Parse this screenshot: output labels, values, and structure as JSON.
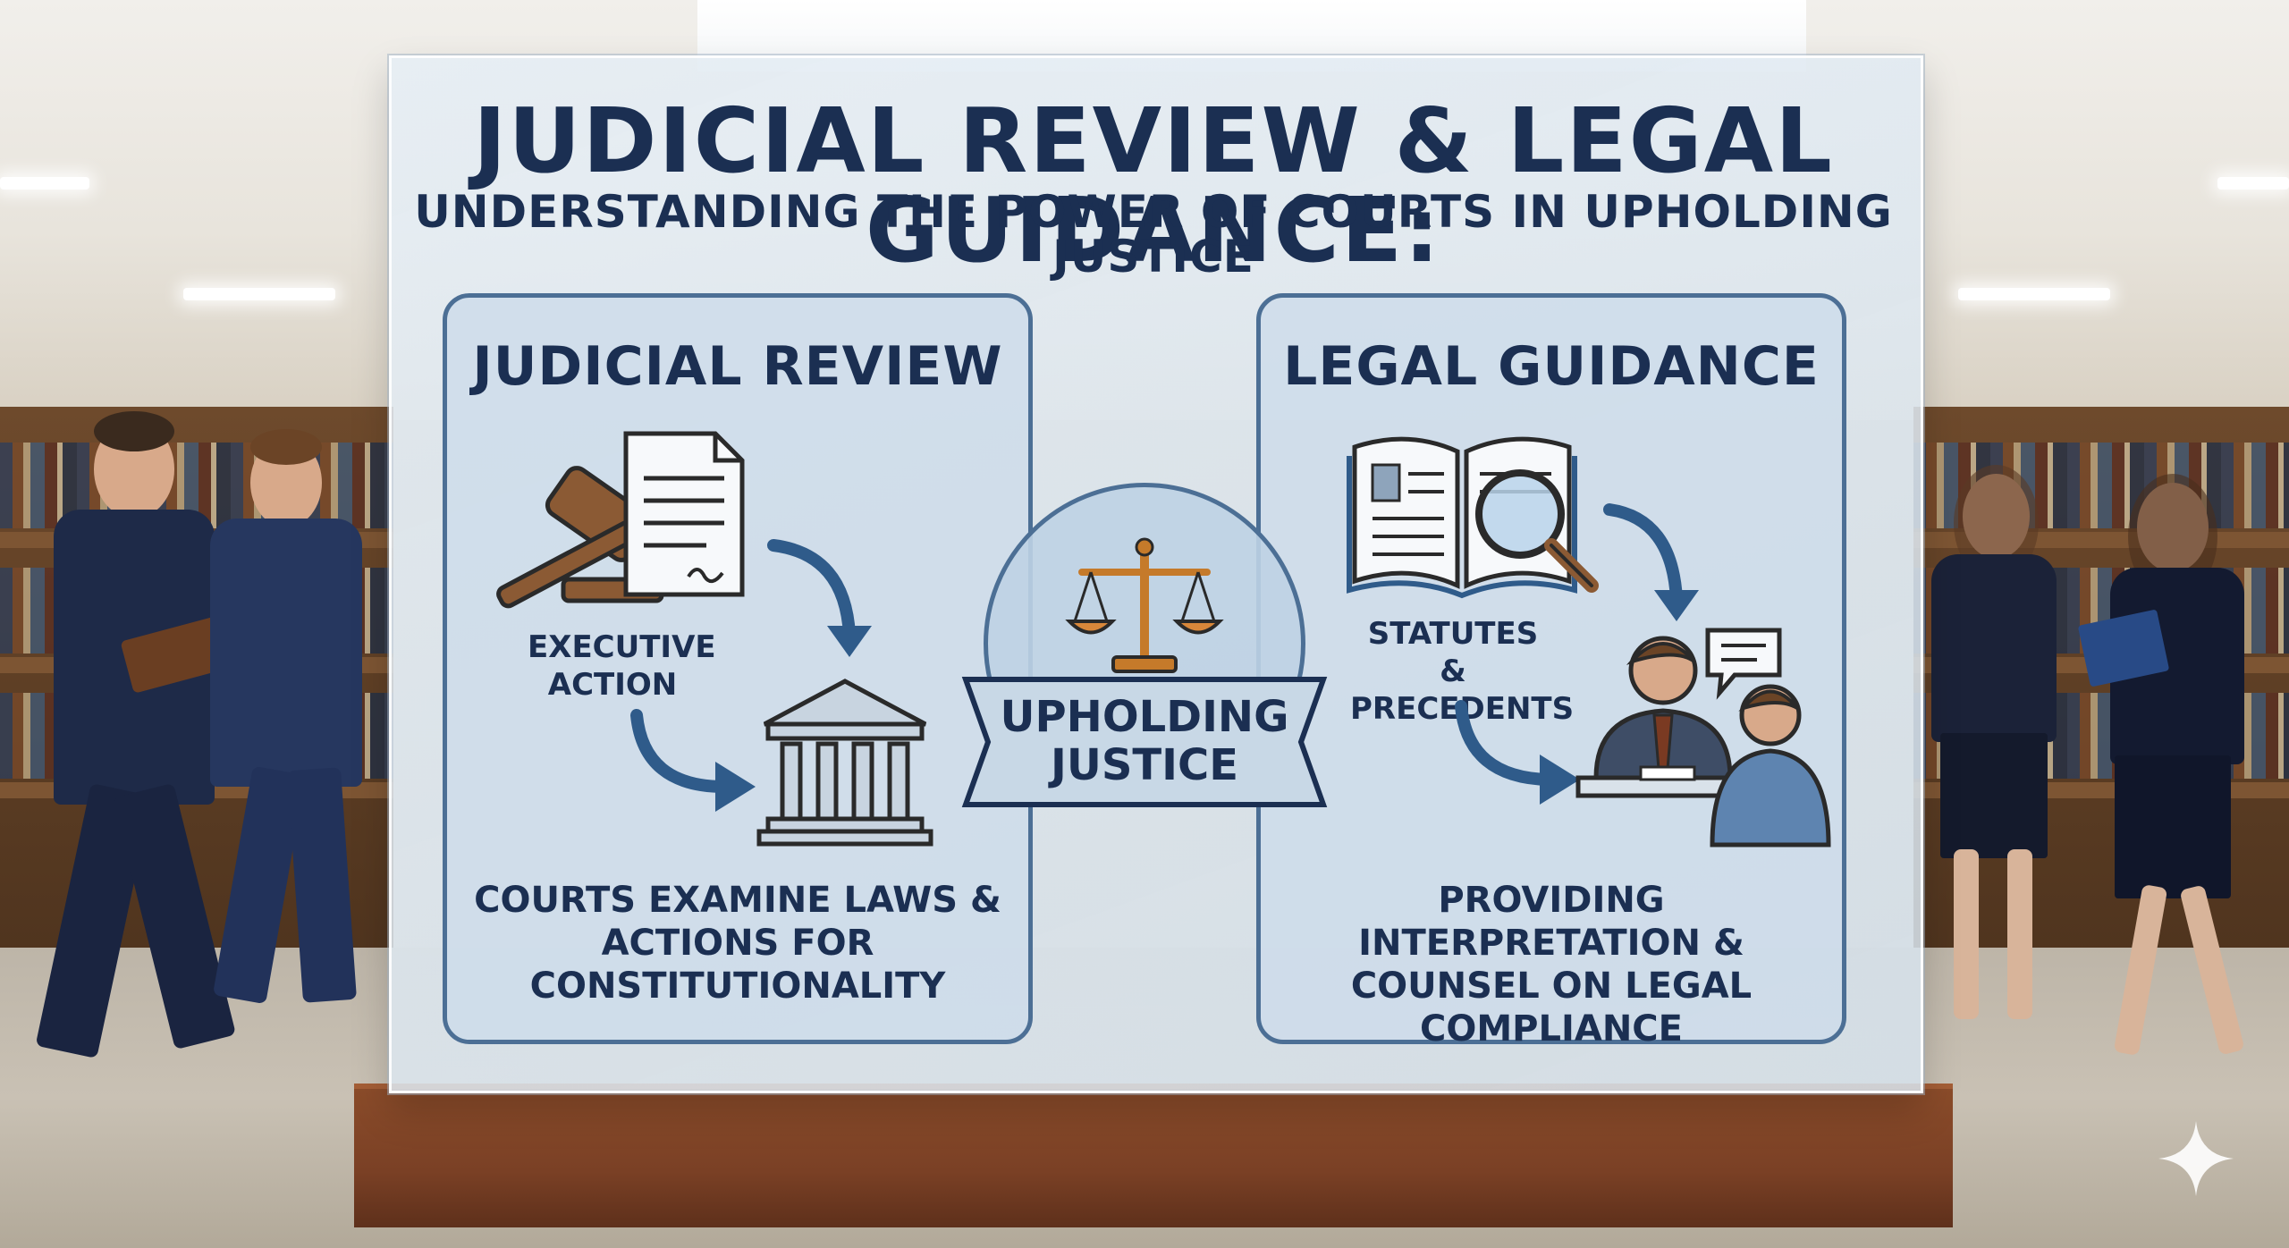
{
  "title": "JUDICIAL REVIEW & LEGAL GUIDANCE:",
  "subtitle": "UNDERSTANDING THE POWER OF COURTS IN UPHOLDING JUSTICE",
  "left_card": {
    "title": "JUDICIAL REVIEW",
    "executive_label": "EXECUTIVE ACTION",
    "caption": "COURTS EXAMINE LAWS & ACTIONS FOR CONSTITUTIONALITY"
  },
  "center": {
    "banner_text": "UPHOLDING JUSTICE"
  },
  "right_card": {
    "title": "LEGAL GUIDANCE",
    "statutes_label": "STATUTES & PRECEDENTS",
    "caption": "PROVIDING INTERPRETATION & COUNSEL ON LEGAL COMPLIANCE"
  },
  "icons": [
    "gavel-icon",
    "document-icon",
    "courthouse-icon",
    "scales-icon",
    "book-icon",
    "magnifier-icon",
    "counsel-meeting-icon",
    "speech-bubble-icon",
    "arrow-icon",
    "sparkle-icon"
  ],
  "colors": {
    "text_navy": "#1b2f52",
    "card_border": "#4c6f95",
    "card_fill": "#cddcea",
    "accent_orange": "#d8873a",
    "stand_wood": "#7a4025"
  }
}
